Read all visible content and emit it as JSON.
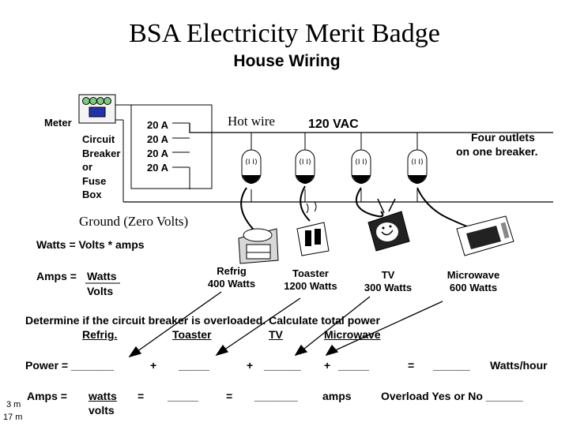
{
  "title": "BSA Electricity Merit Badge",
  "subtitle": "House Wiring",
  "labels": {
    "meter": "Meter",
    "circuit_box": "Circuit\nBreaker\nor\nFuse\nBox",
    "breakers": [
      "20 A",
      "20 A",
      "20 A",
      "20 A"
    ],
    "hot_wire": "Hot wire",
    "vac": "120 VAC",
    "four_outlets_1": "Four outlets",
    "four_outlets_2": "on one breaker.",
    "ground": "Ground (Zero Volts)"
  },
  "formulas": {
    "watts": "Watts = Volts * amps",
    "amps_prefix": "Amps = ",
    "amps_num": "Watts",
    "amps_den": "Volts"
  },
  "appliances": [
    {
      "name": "Refrig",
      "watts": "400 Watts"
    },
    {
      "name": "Toaster",
      "watts": "1200 Watts"
    },
    {
      "name": "TV",
      "watts": "300 Watts"
    },
    {
      "name": "Microwave",
      "watts": "600 Watts"
    }
  ],
  "question": {
    "line1": "Determine if the circuit breaker is overloaded. Calculate total power",
    "cols": [
      "Refrig.",
      "Toaster",
      "TV",
      "Microwave"
    ]
  },
  "power_row": {
    "prefix": "Power = _______",
    "plus1": "+",
    "blank1": "_____",
    "plus2": "+",
    "blank2": "______",
    "plus3": "+",
    "blank3": "_____",
    "equals": "=",
    "blank4": "______",
    "unit": "Watts/hour"
  },
  "amps_row": {
    "prefix": "Amps  = ",
    "num": "watts",
    "den": "volts",
    "eq1": "=",
    "blank1": "_____",
    "eq2": "=",
    "blank2": "_______",
    "unit": "amps",
    "overload": "Overload  Yes or No ______"
  },
  "margin_notes": [
    "3 m",
    "17 m"
  ]
}
